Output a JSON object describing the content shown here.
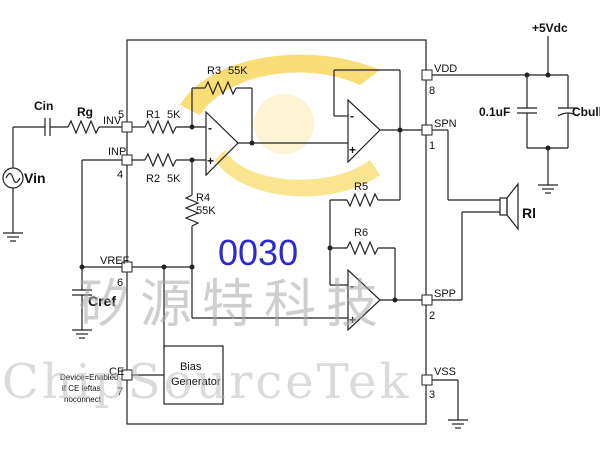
{
  "watermark": {
    "chinese": "矽源特科技",
    "english": "ChipSourceTek",
    "code": "0030",
    "logo_colors": [
      "#f5c518",
      "#f0a020"
    ]
  },
  "supply": {
    "label": "+5Vdc"
  },
  "components": {
    "cin": "Cin",
    "rg": "Rg",
    "vin": "Vin",
    "r1": "R1",
    "r1_val": "5K",
    "r2": "R2",
    "r2_val": "5K",
    "r3": "R3",
    "r3_val": "55K",
    "r4": "R4",
    "r4_val": "55K",
    "r5": "R5",
    "r6": "R6",
    "cref": "Cref",
    "c01": "0.1uF",
    "cbulk": "Cbulk",
    "rl": "Rl",
    "bias": [
      "Bias",
      "Generator"
    ]
  },
  "pins": {
    "inv": {
      "name": "INV",
      "num": "5"
    },
    "inp": {
      "name": "INP",
      "num": "4"
    },
    "vref": {
      "name": "VREF",
      "num": "6"
    },
    "ce": {
      "name": "CE",
      "num": "7"
    },
    "vdd": {
      "name": "VDD",
      "num": "8"
    },
    "spn": {
      "name": "SPN",
      "num": "1"
    },
    "spp": {
      "name": "SPP",
      "num": "2"
    },
    "vss": {
      "name": "VSS",
      "num": "3"
    }
  },
  "opamp_signs": {
    "minus": "-",
    "plus": "+"
  },
  "note": [
    "Device=Enabled",
    "if CE leftas",
    "noconnect"
  ],
  "colors": {
    "wire": "#222222",
    "code_text": "#2a2ad0"
  }
}
